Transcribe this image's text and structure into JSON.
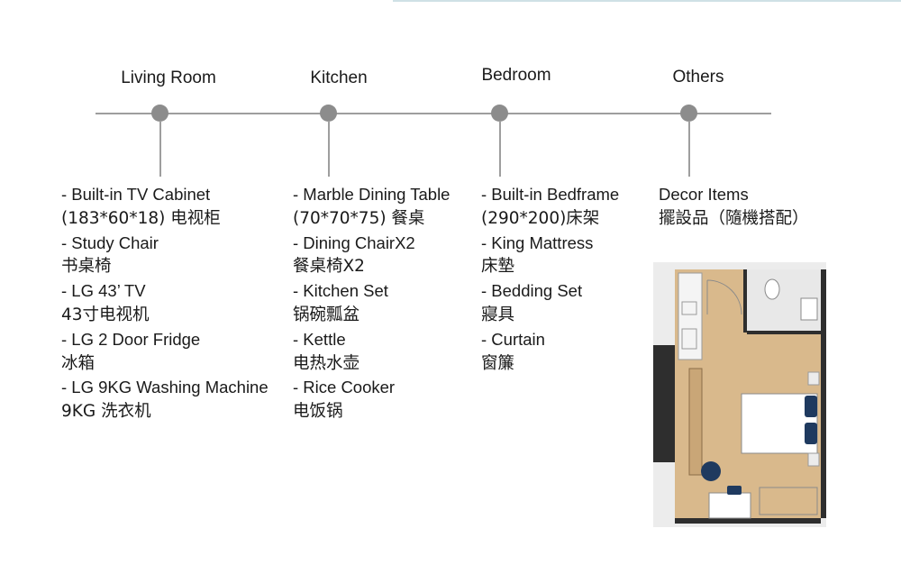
{
  "categories": [
    {
      "heading": "Living Room",
      "lines": [
        "- Built-in TV Cabinet",
        "(183*60*18) 电视柜",
        "- Study Chair",
        "书桌椅",
        "- LG 43’ TV",
        "43寸电视机",
        "- LG 2 Door Fridge",
        "冰箱",
        "- LG 9KG Washing Machine",
        "9KG 洗衣机"
      ]
    },
    {
      "heading": "Kitchen",
      "lines": [
        "- Marble Dining Table",
        "(70*70*75) 餐桌",
        "- Dining ChairX2",
        "餐桌椅X2",
        "- Kitchen Set",
        "锅碗瓢盆",
        "- Kettle",
        "电热水壶",
        "- Rice Cooker",
        "电饭锅"
      ]
    },
    {
      "heading": "Bedroom",
      "lines": [
        "- Built-in Bedframe",
        "(290*200)床架",
        "- King Mattress",
        "床墊",
        "- Bedding Set",
        "寢具",
        "- Curtain",
        "窗簾"
      ]
    },
    {
      "heading": "Others",
      "lines": [
        "Decor Items",
        "擺設品（隨機搭配）"
      ]
    }
  ],
  "colors": {
    "timeline": "#9e9e9e",
    "node": "#8c8c8c",
    "floor": "#d9b98c",
    "wall": "#2e2e2e",
    "furniture_blue": "#1f3a5f"
  }
}
